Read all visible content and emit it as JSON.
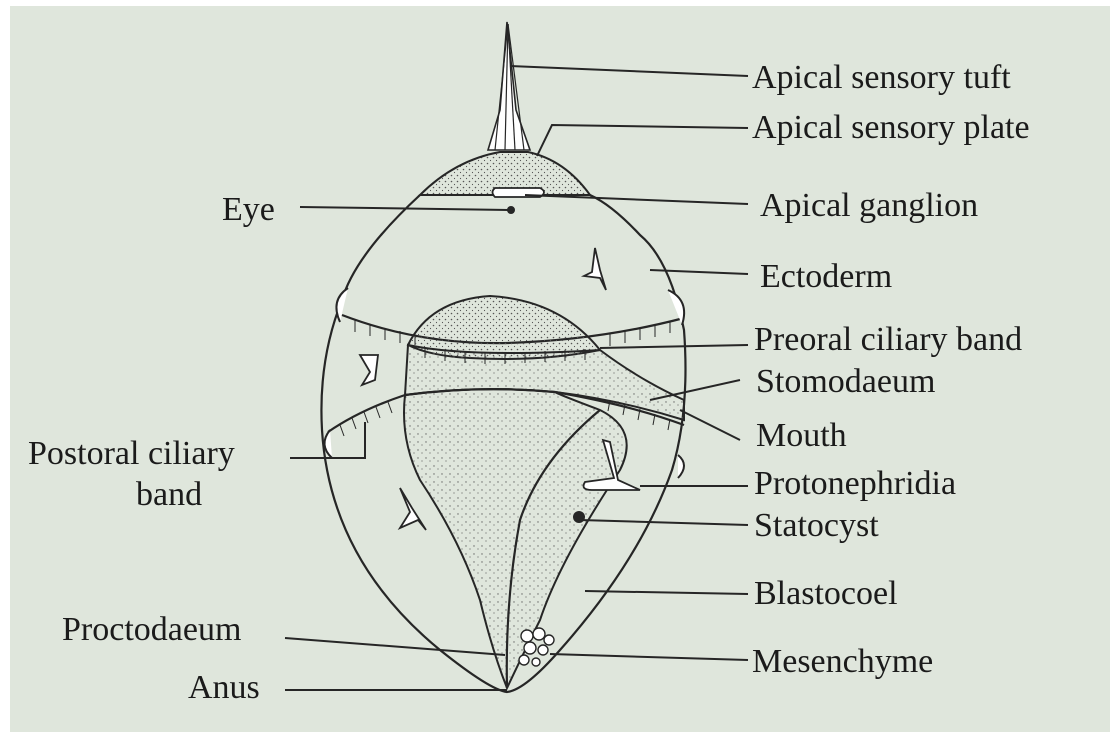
{
  "labels": {
    "apical_sensory_tuft": "Apical sensory tuft",
    "apical_sensory_plate": "Apical sensory plate",
    "apical_ganglion": "Apical ganglion",
    "ectoderm": "Ectoderm",
    "preoral_ciliary_band": "Preoral ciliary band",
    "stomodaeum": "Stomodaeum",
    "mouth": "Mouth",
    "protonephridia": "Protonephridia",
    "statocyst": "Statocyst",
    "blastocoel": "Blastocoel",
    "mesenchyme": "Mesenchyme",
    "eye": "Eye",
    "postoral_ciliary_band_line1": "Postoral ciliary",
    "postoral_ciliary_band_line2": "band",
    "proctodaeum": "Proctodaeum",
    "anus": "Anus"
  },
  "colors": {
    "paper": "#dfe6dc",
    "ink": "#262626",
    "stipple": "#555555"
  }
}
